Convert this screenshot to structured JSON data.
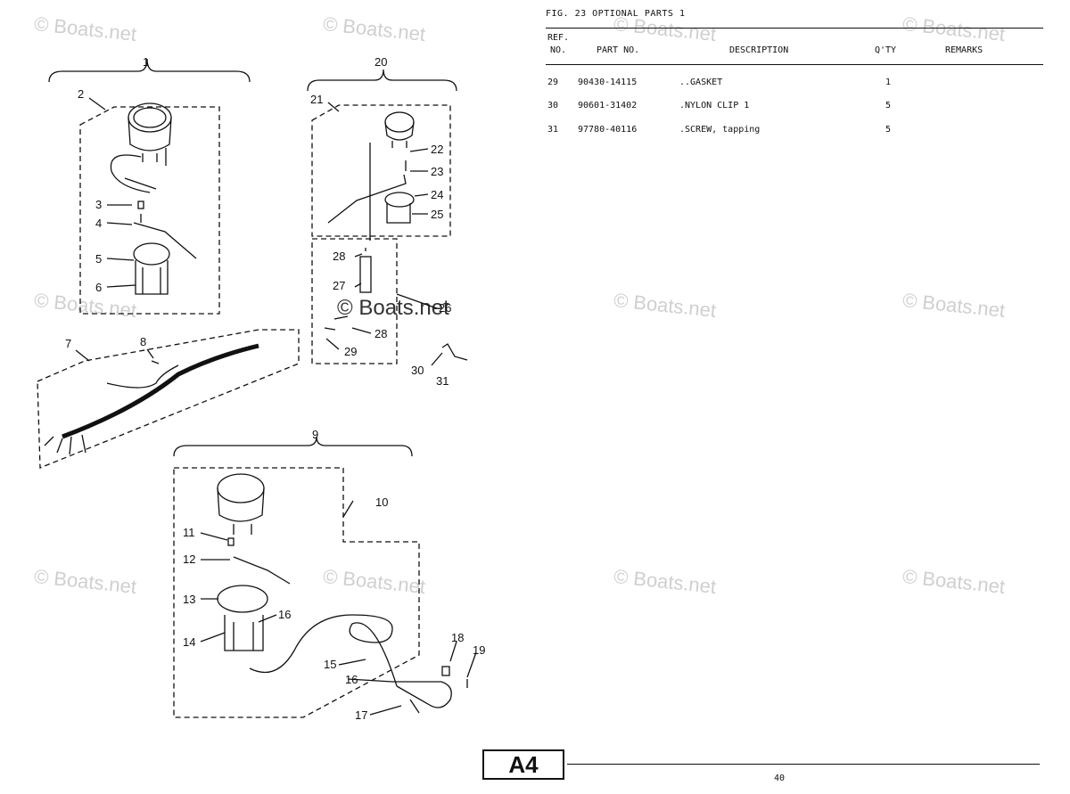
{
  "watermark": "© Boats.net",
  "fig_title": "FIG. 23  OPTIONAL PARTS 1",
  "headers": {
    "ref": "REF.",
    "no": "NO.",
    "part_no": "PART NO.",
    "description": "DESCRIPTION",
    "qty": "Q'TY",
    "remarks": "REMARKS"
  },
  "parts": [
    {
      "ref": "29",
      "part_no": "90430-14115",
      "description": "..GASKET",
      "qty": "1",
      "remarks": ""
    },
    {
      "ref": "30",
      "part_no": "90601-31402",
      "description": ".NYLON CLIP 1",
      "qty": "5",
      "remarks": ""
    },
    {
      "ref": "31",
      "part_no": "97780-40116",
      "description": ".SCREW, tapping",
      "qty": "5",
      "remarks": ""
    }
  ],
  "callouts": [
    "1",
    "2",
    "3",
    "4",
    "5",
    "6",
    "7",
    "8",
    "20",
    "21",
    "22",
    "23",
    "24",
    "25",
    "26",
    "27",
    "28",
    "28",
    "29",
    "30",
    "31",
    "9",
    "10",
    "11",
    "12",
    "13",
    "14",
    "15",
    "16",
    "16",
    "17",
    "18",
    "19"
  ],
  "section_label": "A4",
  "page_number": "40"
}
